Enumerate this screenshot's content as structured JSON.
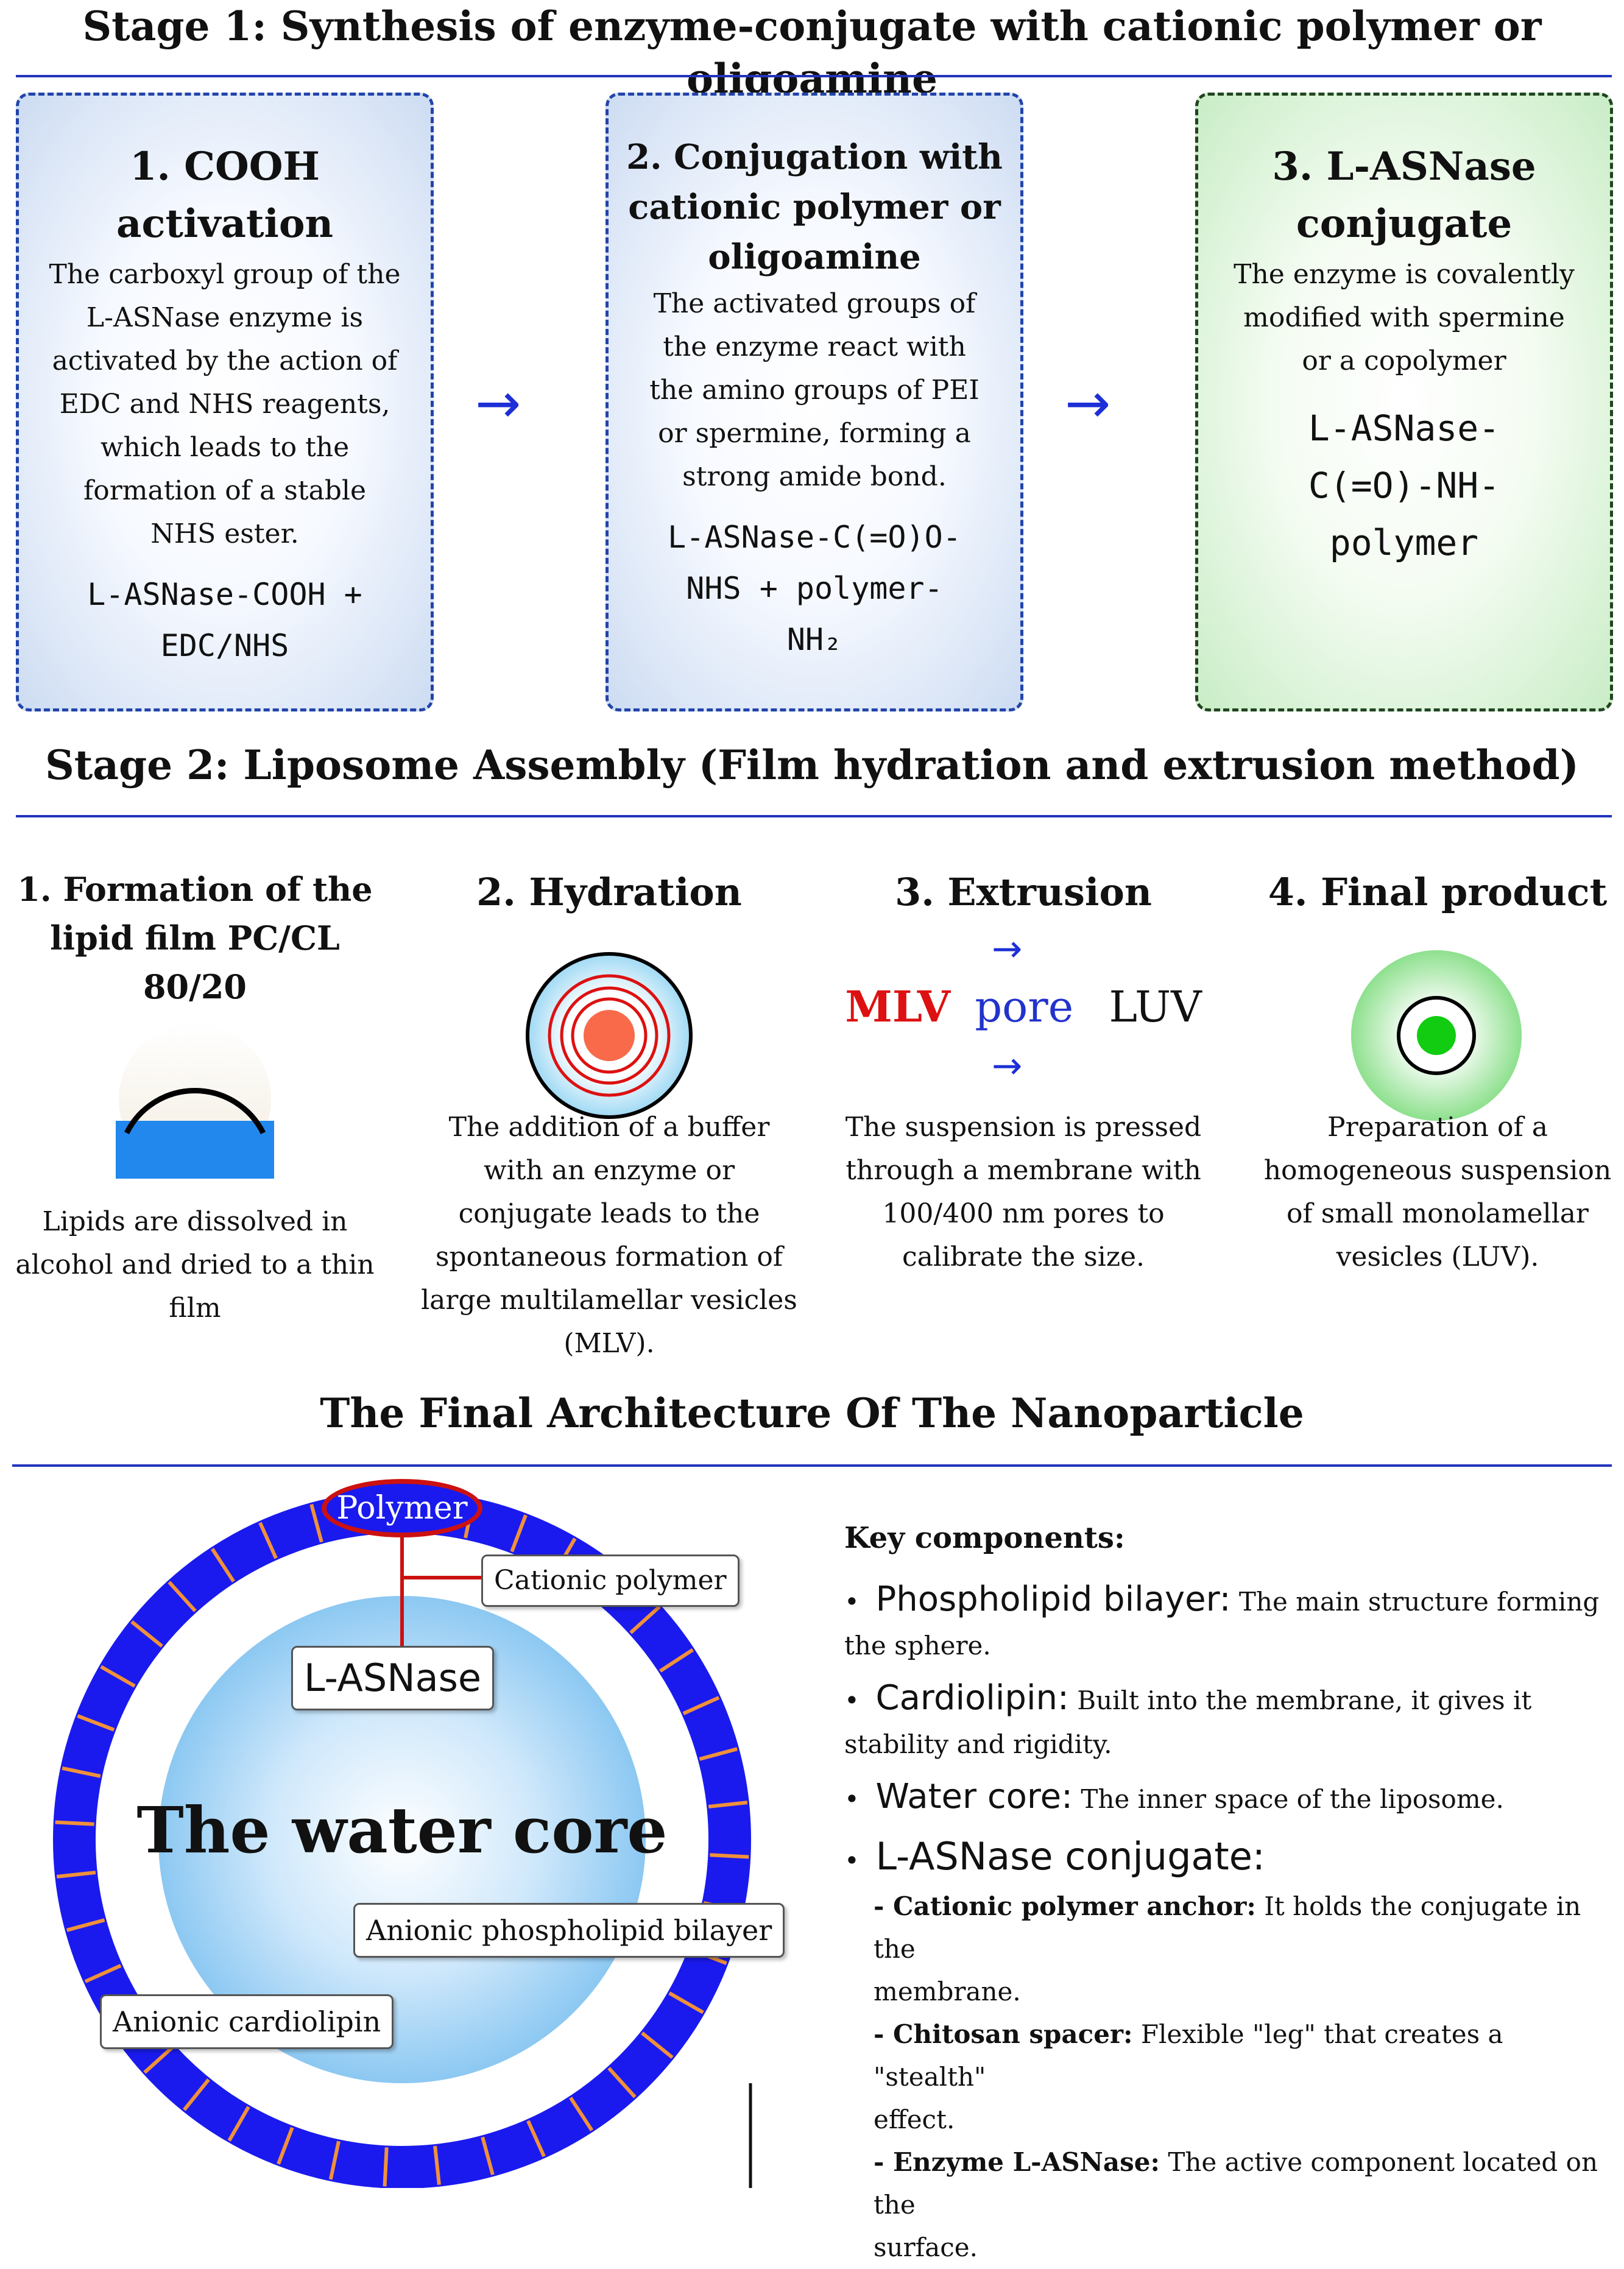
{
  "stage1": {
    "title": "Stage 1: Synthesis of enzyme-conjugate with cationic polymer or oligoamine",
    "steps": [
      {
        "title_lines": [
          "1. COOH",
          "activation"
        ],
        "description_lines": [
          "The carboxyl group of the",
          "L-ASNase enzyme is",
          "activated by the action of",
          "EDC and NHS reagents,",
          "which leads to the",
          "formation of a stable",
          "NHS ester."
        ],
        "formula_lines": [
          "L-ASNase-COOH +",
          "EDC/NHS"
        ]
      },
      {
        "title_lines": [
          "2. Conjugation with",
          "cationic polymer or",
          "oligoamine"
        ],
        "description_lines": [
          "The activated groups of",
          "the enzyme react with",
          "the amino groups of PEI",
          "or spermine, forming a",
          "strong amide bond."
        ],
        "formula_lines": [
          "L-ASNase-C(=O)O-",
          "NHS + polymer-",
          "NH₂"
        ]
      },
      {
        "title_lines": [
          "3. L-ASNase",
          "conjugate"
        ],
        "description_lines": [
          "The enzyme is covalently",
          "modified with spermine",
          "or a copolymer"
        ],
        "formula_lines": [
          "L-ASNase-",
          "C(=O)-NH-",
          "polymer"
        ]
      }
    ],
    "arrow": "→"
  },
  "stage2": {
    "title": "Stage 2: Liposome Assembly (Film hydration and extrusion method)",
    "steps": [
      {
        "title_lines": [
          "1. Formation of the",
          "lipid film PC/CL",
          "80/20"
        ],
        "description_lines": [
          "Lipids are dissolved in",
          "alcohol and dried to a thin",
          "film"
        ]
      },
      {
        "title_lines": [
          "2. Hydration"
        ],
        "description_lines": [
          "The addition of a buffer",
          "with an enzyme or",
          "conjugate leads to the",
          "spontaneous formation of",
          "large multilamellar vesicles",
          "(MLV)."
        ]
      },
      {
        "title_lines": [
          "3. Extrusion"
        ],
        "description_lines": [
          "The suspension is pressed",
          "through a membrane with",
          "100/400 nm pores to",
          "calibrate the size."
        ]
      },
      {
        "title_lines": [
          "4. Final product"
        ],
        "description_lines": [
          "Preparation of a",
          "homogeneous suspension",
          "of small monolamellar",
          "vesicles (LUV)."
        ]
      }
    ],
    "extrusion": {
      "mlv": "MLV",
      "pore": "pore",
      "luv": "LUV",
      "arrow": "→"
    }
  },
  "architecture": {
    "title": "The Final Architecture Of The Nanoparticle",
    "labels": {
      "polymer": "Polymer",
      "cationic_polymer": "Cationic polymer",
      "enzyme": "L-ASNase",
      "water_core": "The water core",
      "bilayer": "Anionic phospholipid bilayer",
      "cardiolipin": "Anionic cardiolipin"
    },
    "key_title": "Key components:",
    "key_items": [
      {
        "term": "Phospholipid bilayer:",
        "desc_lines": [
          " The main structure forming",
          "the sphere."
        ]
      },
      {
        "term": "Cardiolipin:",
        "desc_lines": [
          " Built into the membrane, it gives it",
          "stability and rigidity."
        ]
      },
      {
        "term": "Water core:",
        "desc_lines": [
          " The inner space of the liposome."
        ]
      },
      {
        "term": "L-ASNase conjugate:",
        "desc_lines": []
      }
    ],
    "sub_items": [
      {
        "term": "- Cationic polymer anchor:",
        "desc_lines": [
          " It holds the conjugate in the",
          "membrane."
        ]
      },
      {
        "term": "- Chitosan spacer:",
        "desc_lines": [
          " Flexible \"leg\" that creates a \"stealth\"",
          "effect."
        ]
      },
      {
        "term": "- Enzyme L-ASNase:",
        "desc_lines": [
          " The active component located on the",
          "surface."
        ]
      }
    ]
  },
  "colors": {
    "rule": "#2233bb",
    "arrow": "#1d2fd6",
    "membrane": "#1a1aee",
    "cardiolipin_tick": "#f0913a",
    "anchor_line": "#cc1111",
    "mlv_text": "#dd1111",
    "pore_text": "#2233cc",
    "final_dot": "#11cc11"
  }
}
